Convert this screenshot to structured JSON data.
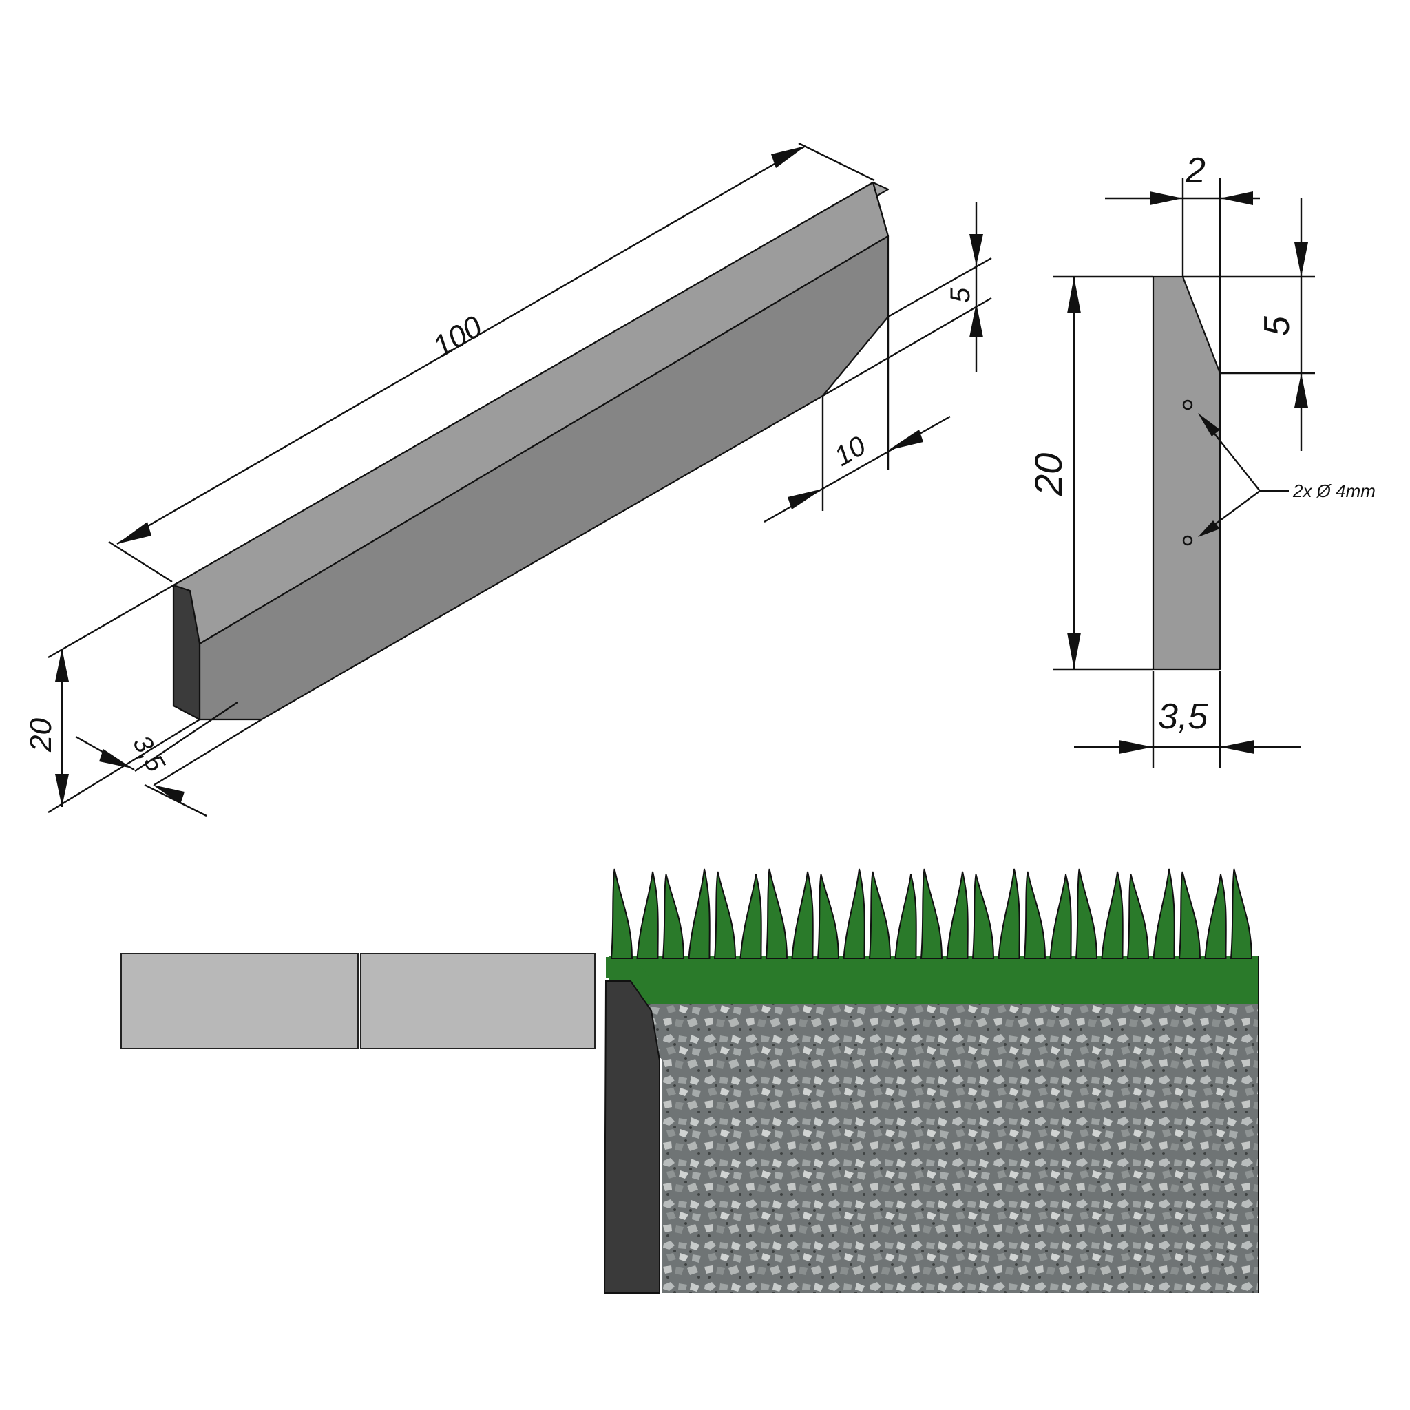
{
  "iso_view": {
    "length_label": "100",
    "height_label": "20",
    "thickness_label": "3,5",
    "chamfer_height_label": "5",
    "chamfer_length_label": "10"
  },
  "profile_view": {
    "top_width_label": "2",
    "chamfer_height_label": "5",
    "height_label": "20",
    "base_width_label": "3,5",
    "holes_callout": "2x Ø 4mm"
  },
  "installation_view": {
    "paver_count": 2,
    "grass_color": "#2a7a2a",
    "gravel_color": "#7d8283",
    "edging_color": "#3a3a3a",
    "paver_color": "#b8b8b8"
  },
  "colors": {
    "top_face": "#a4a4a4",
    "front_face": "#858585",
    "end_face": "#3b3b3b",
    "profile_fill": "#9a9a9a"
  }
}
